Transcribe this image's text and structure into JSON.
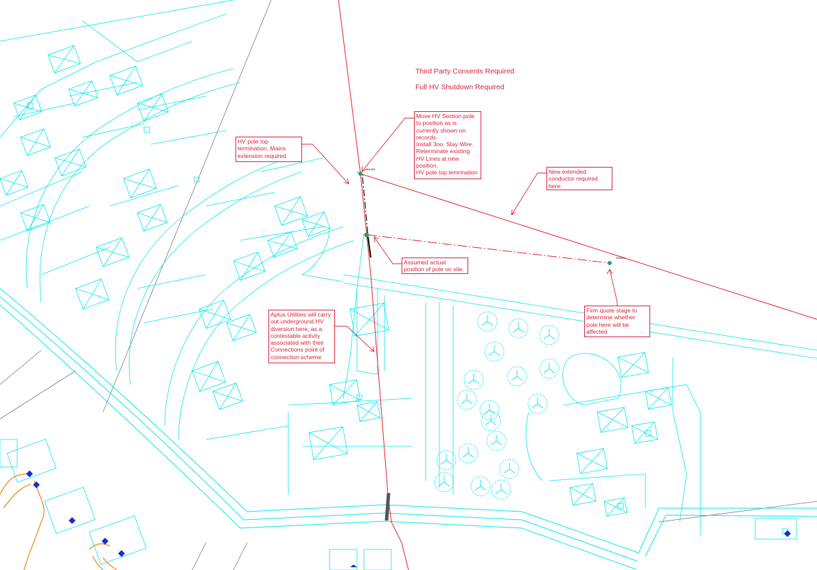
{
  "headings": {
    "consents": "Third Party Consents Required",
    "shutdown": "Full HV Shutdown Required"
  },
  "annotations": {
    "move_pole": "Move  HV Section pole\nto position as is\ncurrently shown on\nrecords.\nInstall 3no. Stay Wire.\nReterminate existing\nHV Lines at new\nposition.\nHV pole top temrination",
    "hv_pole_top": "HV pole top\ntermination.  Mains\nextension required",
    "new_conductor": "New extended\nconductor required\nhere.",
    "assumed_position": "Assumed actual\nposition of pole on site.",
    "aptus": "Aptus Utilities will carry\nout underground HV\ndiversion here, as a\ncontestable activity\nassociated with their\nConnections point of\nconnection scheme",
    "firm_quote": "Firm quote stage to\ndetermine whether\npole here will be\naffected"
  },
  "pole_labels": {
    "pole_a": "261009",
    "pole_b": "290321"
  },
  "colors": {
    "annotation": "#d4203c",
    "basemap": "#00e5ee",
    "hv_line": "#e02020",
    "lv_cable": "#f08a1a",
    "substation": "#1530c8",
    "boundary": "#666666",
    "pole": "#2a9a7a"
  }
}
